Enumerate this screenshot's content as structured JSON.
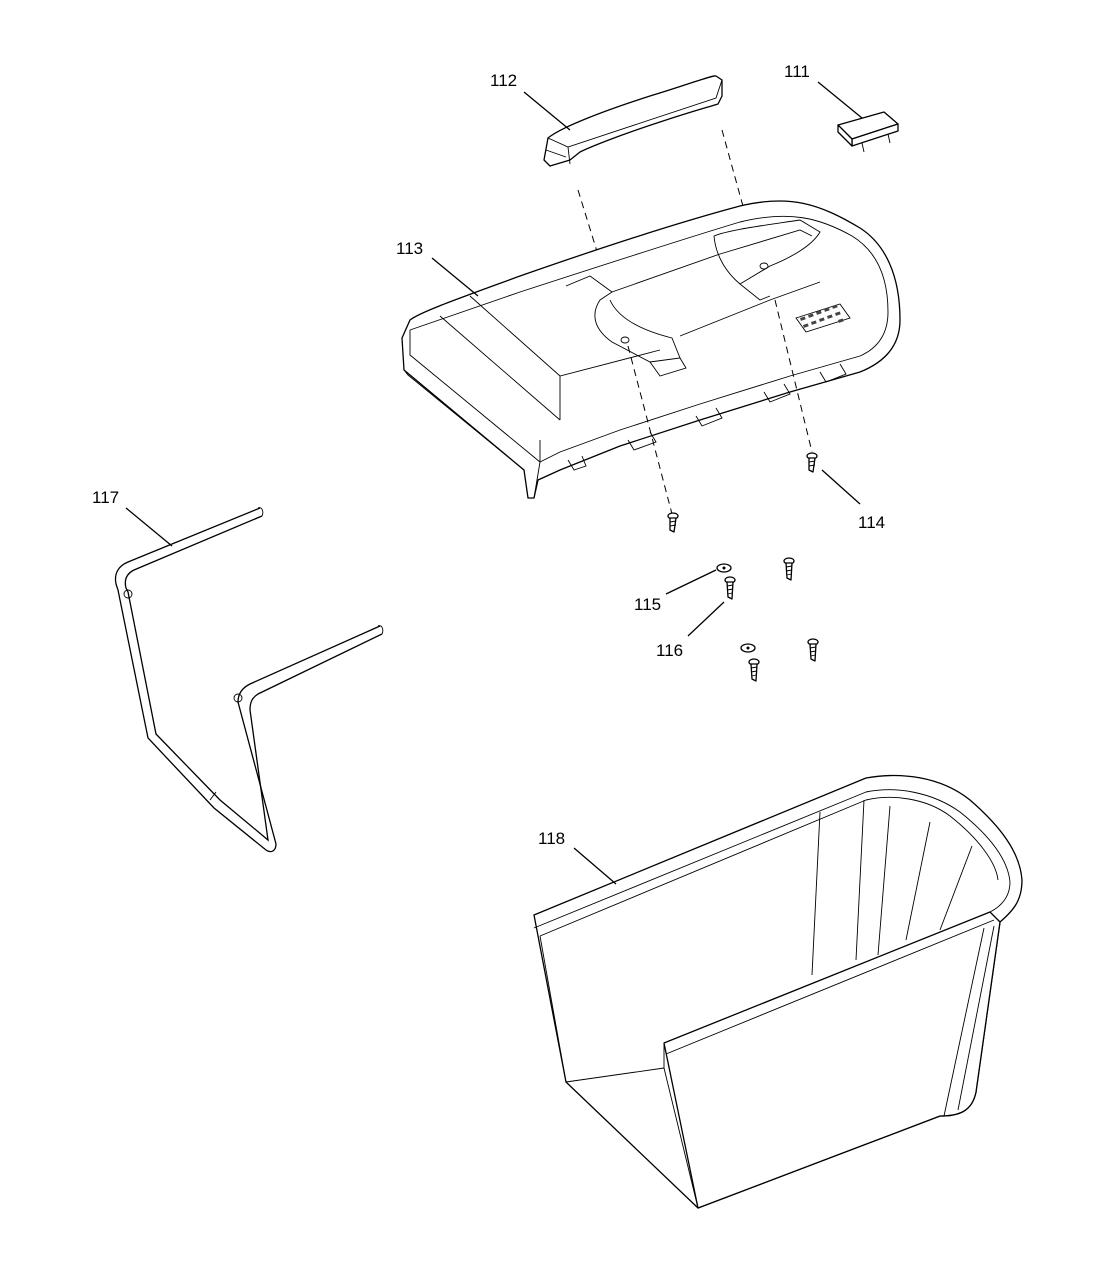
{
  "callouts": {
    "c111": "111",
    "c112": "112",
    "c113": "113",
    "c114": "114",
    "c115": "115",
    "c116": "116",
    "c117": "117",
    "c118": "118"
  }
}
